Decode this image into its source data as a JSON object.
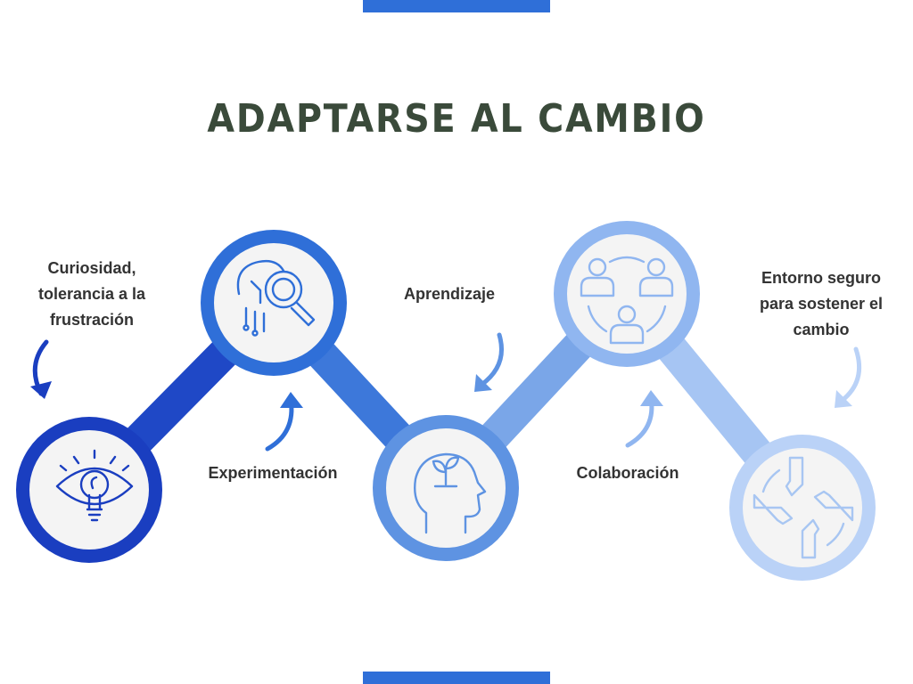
{
  "title": "ADAPTARSE AL CAMBIO",
  "steps": [
    {
      "label": "Curiosidad, tolerancia a la frustración",
      "icon": "eye-lightbulb-icon",
      "color": "#1a3ec0"
    },
    {
      "label": "Experimentación",
      "icon": "research-magnifier-icon",
      "color": "#2f6fd8"
    },
    {
      "label": "Aprendizaje",
      "icon": "head-plant-icon",
      "color": "#5e93e2"
    },
    {
      "label": "Colaboración",
      "icon": "team-people-icon",
      "color": "#90b6f0"
    },
    {
      "label": "Entorno seguro para sostener el cambio",
      "icon": "joined-hands-icon",
      "color": "#bad2f7"
    }
  ],
  "colors": {
    "title": "#3a4a3a",
    "accent_bar": "#2f6fd8",
    "label_text": "#333333",
    "node_fill": "#f4f4f4"
  }
}
